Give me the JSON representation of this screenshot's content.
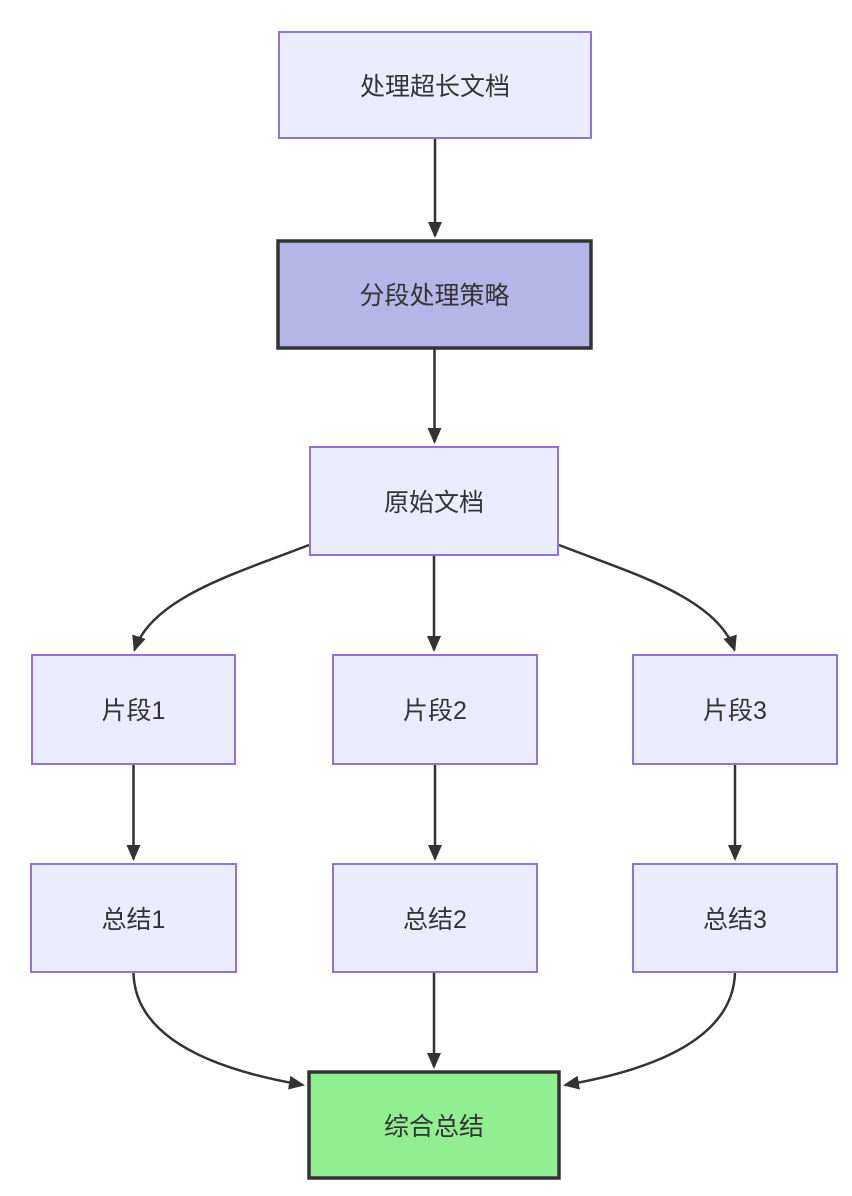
{
  "diagram": {
    "type": "flowchart",
    "direction": "top-down",
    "colors": {
      "background": "#ffffff",
      "node_fill": "#ECECFF",
      "node_border": "#9370DB",
      "emphasis_fill": "#B5B5E8",
      "emphasis_border": "#333333",
      "result_fill": "#90EE90",
      "result_border": "#333333",
      "edge_color": "#333333",
      "text_color": "#333333"
    },
    "nodes": [
      {
        "id": "A",
        "label": "处理超长文档",
        "style": "default"
      },
      {
        "id": "B",
        "label": "分段处理策略",
        "style": "emphasis"
      },
      {
        "id": "C",
        "label": "原始文档",
        "style": "default"
      },
      {
        "id": "D1",
        "label": "片段1",
        "style": "default"
      },
      {
        "id": "D2",
        "label": "片段2",
        "style": "default"
      },
      {
        "id": "D3",
        "label": "片段3",
        "style": "default"
      },
      {
        "id": "E1",
        "label": "总结1",
        "style": "default"
      },
      {
        "id": "E2",
        "label": "总结2",
        "style": "default"
      },
      {
        "id": "E3",
        "label": "总结3",
        "style": "default"
      },
      {
        "id": "F",
        "label": "综合总结",
        "style": "result"
      }
    ],
    "edges": [
      {
        "from": "A",
        "to": "B"
      },
      {
        "from": "B",
        "to": "C"
      },
      {
        "from": "C",
        "to": "D1"
      },
      {
        "from": "C",
        "to": "D2"
      },
      {
        "from": "C",
        "to": "D3"
      },
      {
        "from": "D1",
        "to": "E1"
      },
      {
        "from": "D2",
        "to": "E2"
      },
      {
        "from": "D3",
        "to": "E3"
      },
      {
        "from": "E1",
        "to": "F"
      },
      {
        "from": "E2",
        "to": "F"
      },
      {
        "from": "E3",
        "to": "F"
      }
    ]
  }
}
